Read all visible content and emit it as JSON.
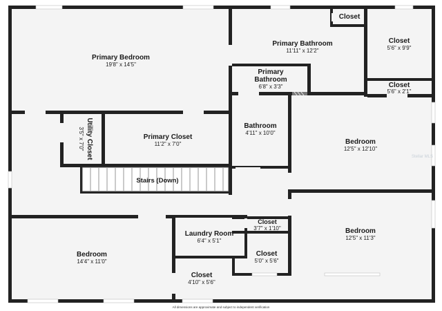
{
  "rooms": {
    "primary_bedroom": {
      "name": "Primary Bedroom",
      "dim": "19'8\" x 14'5\""
    },
    "primary_bathroom": {
      "name": "Primary Bathroom",
      "dim": "11'11\" x 12'2\""
    },
    "closet_top_small": {
      "name": "Closet"
    },
    "closet_top_right": {
      "name": "Closet",
      "dim": "5'6\" x 9'9\""
    },
    "primary_bathroom_small": {
      "name_line1": "Primary",
      "name_line2": "Bathroom",
      "dim": "6'8\" x 3'3\""
    },
    "closet_right_strip": {
      "name": "Closet",
      "dim": "5'6\" x 2'1\""
    },
    "utility_closet": {
      "name": "Utility Closet",
      "dim": "3'5\" x 7'0\""
    },
    "primary_closet": {
      "name": "Primary Closet",
      "dim": "11'2\" x 7'0\""
    },
    "bathroom": {
      "name": "Bathroom",
      "dim": "4'11\" x 10'0\""
    },
    "bedroom_right_upper": {
      "name": "Bedroom",
      "dim": "12'5\" x 12'10\""
    },
    "stairs": {
      "name": "Stairs (Down)"
    },
    "closet_mid_small": {
      "name": "Closet",
      "dim": "3'7\" x 1'10\""
    },
    "bedroom_right_lower": {
      "name": "Bedroom",
      "dim": "12'5\" x 11'3\""
    },
    "laundry_room": {
      "name": "Laundry Room",
      "dim": "6'4\" x 5'1\""
    },
    "bedroom_left_lower": {
      "name": "Bedroom",
      "dim": "14'4\" x 11'0\""
    },
    "closet_bottom_center": {
      "name": "Closet",
      "dim": "4'10\" x 5'6\""
    },
    "closet_bottom_right": {
      "name": "Closet",
      "dim": "5'0\" x 5'6\""
    }
  },
  "footer": {
    "disclaimer": "All dimensions are approximate and subject to independent verification"
  },
  "watermark": {
    "text": "Stellar MLS"
  }
}
